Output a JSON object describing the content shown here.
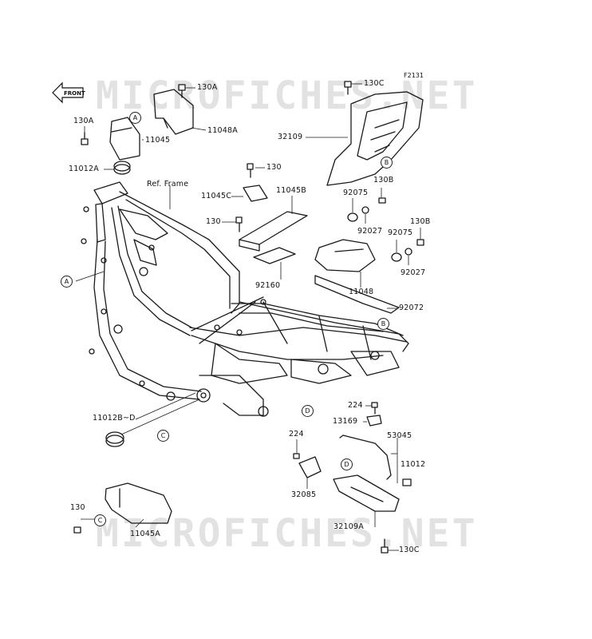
{
  "figure_code": "F2131",
  "watermark": "MICROFICHES.NET",
  "front_label": "FRONT",
  "ref_frame_label": "Ref. Frame",
  "callouts": {
    "A": "A",
    "B": "B",
    "C": "C",
    "D": "D"
  },
  "parts": {
    "p130a_top": "130A",
    "p130a_left": "130A",
    "p11048a": "11048A",
    "p11045": "11045",
    "p11012a": "11012A",
    "p130c_top": "130C",
    "p32109": "32109",
    "p130_mid": "130",
    "p11045c": "11045C",
    "p11045b": "11045B",
    "p130_left_mid": "130",
    "p130b_a": "130B",
    "p92075_a": "92075",
    "p92027_a": "92027",
    "p130b_b": "130B",
    "p92075_b": "92075",
    "p92027_b": "92027",
    "p11048": "11048",
    "p92160": "92160",
    "p92072": "92072",
    "p11012b_d": "11012B~D",
    "p224_a": "224",
    "p13169": "13169",
    "p53045": "53045",
    "p11012": "11012",
    "p224_b": "224",
    "p32085": "32085",
    "p130_bottom": "130",
    "p11045a": "11045A",
    "p32109a": "32109A",
    "p130c_bottom": "130C"
  }
}
